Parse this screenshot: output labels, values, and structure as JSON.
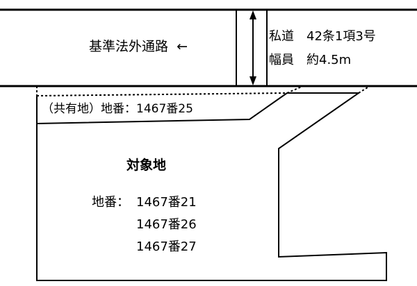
{
  "road": {
    "name": "基準法外通路",
    "arrow": "←",
    "type_label": "私道　42条1項3号",
    "width_label": "幅員　約4.5m"
  },
  "shared_lot": {
    "label": "（共有地）地番：1467番25"
  },
  "target_lot": {
    "title": "対象地",
    "lot_prefix": "地番：",
    "lot_numbers": [
      "1467番21",
      "1467番26",
      "1467番27"
    ]
  },
  "colors": {
    "line": "#000000",
    "background": "#ffffff"
  }
}
